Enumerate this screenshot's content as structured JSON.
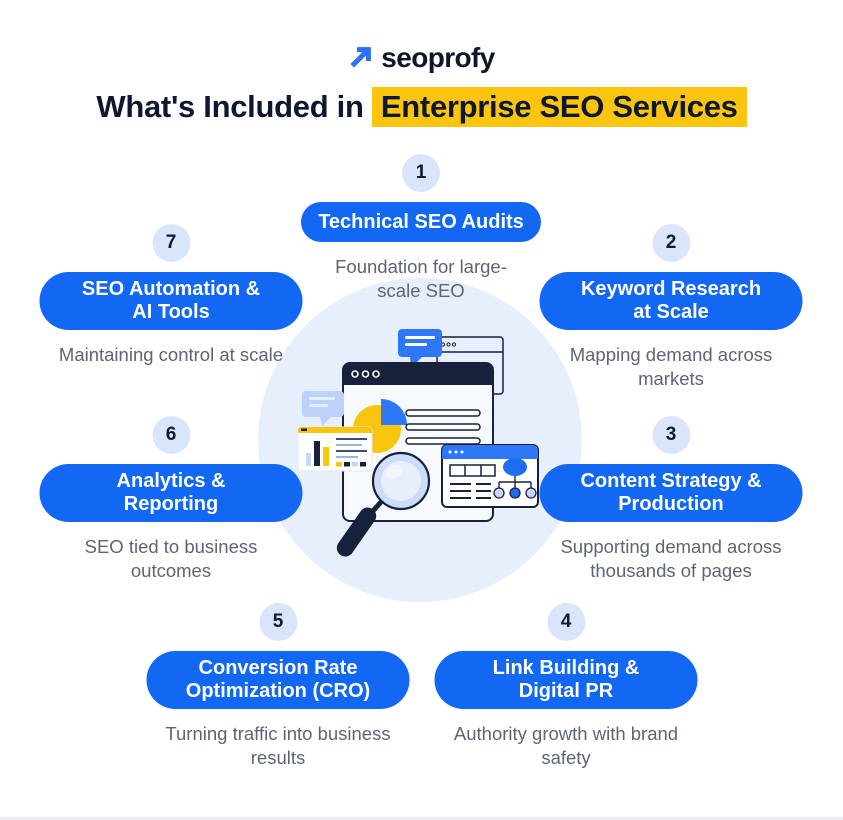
{
  "logo": {
    "text": "seoprofy"
  },
  "title": {
    "prefix": "What's Included in ",
    "highlight": "Enterprise SEO Services"
  },
  "items": [
    {
      "number": "1",
      "label": "Technical SEO Audits",
      "description": "Foundation for large-\nscale SEO"
    },
    {
      "number": "2",
      "label": "Keyword Research\nat Scale",
      "description": "Mapping demand across\nmarkets"
    },
    {
      "number": "3",
      "label": "Content Strategy &\nProduction",
      "description": "Supporting demand across\nthousands of pages"
    },
    {
      "number": "4",
      "label": "Link Building &\nDigital PR",
      "description": "Authority growth with brand\nsafety"
    },
    {
      "number": "5",
      "label": "Conversion Rate\nOptimization (CRO)",
      "description": "Turning traffic into business\nresults"
    },
    {
      "number": "6",
      "label": "Analytics &\nReporting",
      "description": "SEO tied to business\noutcomes"
    },
    {
      "number": "7",
      "label": "SEO Automation &\nAI Tools",
      "description": "Maintaining control at scale"
    }
  ],
  "illustration": {
    "icons": [
      "browser-window-icon",
      "background-browser-window-icon",
      "pie-chart-icon",
      "chat-bubble-blue-icon",
      "chat-bubble-light-icon",
      "bar-chart-card-icon",
      "sitemap-card-icon",
      "magnifier-icon"
    ]
  },
  "colors": {
    "pill_blue": "#1267f3",
    "highlight_yellow": "#fbc40e",
    "badge_bg": "#d9e5fa",
    "circle_bg": "#e8effc",
    "text_dark": "#0e1730",
    "text_gray": "#5d6575",
    "accent_blue": "#2e77f6",
    "illustration_navy": "#17213c",
    "illustration_yellow": "#f9c60f",
    "periwinkle": "#c7d8f7"
  }
}
